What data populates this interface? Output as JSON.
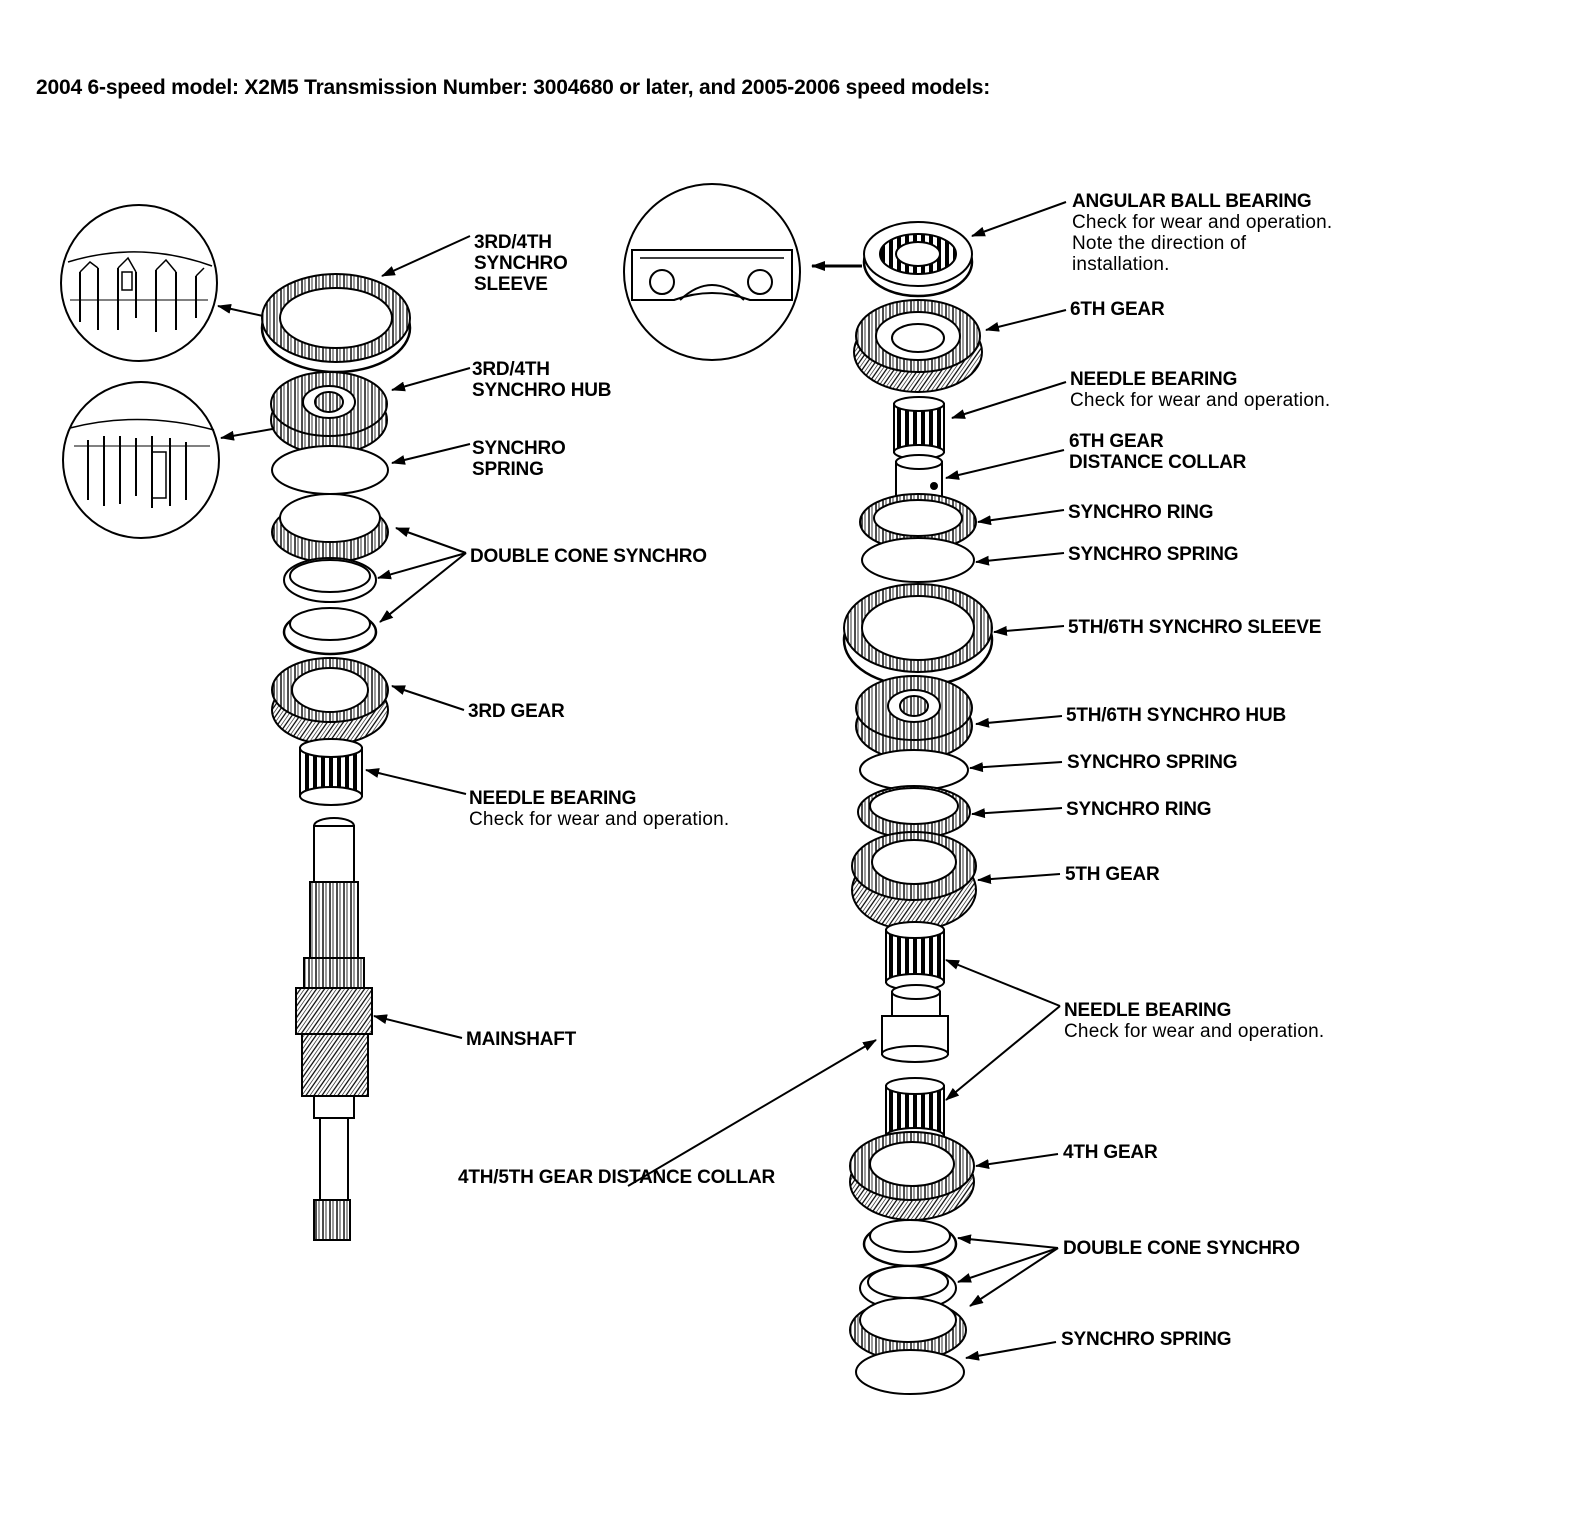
{
  "title": "2004 6-speed model: X2M5 Transmission Number: 3004680 or later, and 2005-2006 speed models:",
  "left_labels": {
    "synchro_sleeve": [
      "3RD/4TH",
      "SYNCHRO",
      "SLEEVE"
    ],
    "synchro_hub": [
      "3RD/4TH",
      "SYNCHRO HUB"
    ],
    "synchro_spring": [
      "SYNCHRO",
      "SPRING"
    ],
    "double_cone_synchro": "DOUBLE CONE SYNCHRO",
    "third_gear": "3RD GEAR",
    "needle_bearing": "NEEDLE BEARING",
    "needle_bearing_note": "Check for wear and operation.",
    "mainshaft": "MAINSHAFT",
    "distance_collar_45": "4TH/5TH GEAR DISTANCE COLLAR"
  },
  "right_labels": {
    "angular_ball_bearing": "ANGULAR BALL BEARING",
    "angular_ball_bearing_note": [
      "Check for wear and operation.",
      "Note the direction of",
      "installation."
    ],
    "sixth_gear": "6TH GEAR",
    "needle_bearing_1": "NEEDLE BEARING",
    "needle_bearing_1_note": "Check for wear and operation.",
    "sixth_gear_collar": [
      "6TH GEAR",
      "DISTANCE COLLAR"
    ],
    "synchro_ring_1": "SYNCHRO RING",
    "synchro_spring_1": "SYNCHRO SPRING",
    "synchro_sleeve_56": "5TH/6TH SYNCHRO SLEEVE",
    "synchro_hub_56": "5TH/6TH SYNCHRO HUB",
    "synchro_spring_2": "SYNCHRO SPRING",
    "synchro_ring_2": "SYNCHRO RING",
    "fifth_gear": "5TH GEAR",
    "needle_bearing_2": "NEEDLE BEARING",
    "needle_bearing_2_note": "Check for wear and operation.",
    "fourth_gear": "4TH GEAR",
    "double_cone_synchro": "DOUBLE CONE SYNCHRO",
    "synchro_spring_3": "SYNCHRO SPRING"
  },
  "colors": {
    "ink": "#000000",
    "paper": "#ffffff"
  }
}
